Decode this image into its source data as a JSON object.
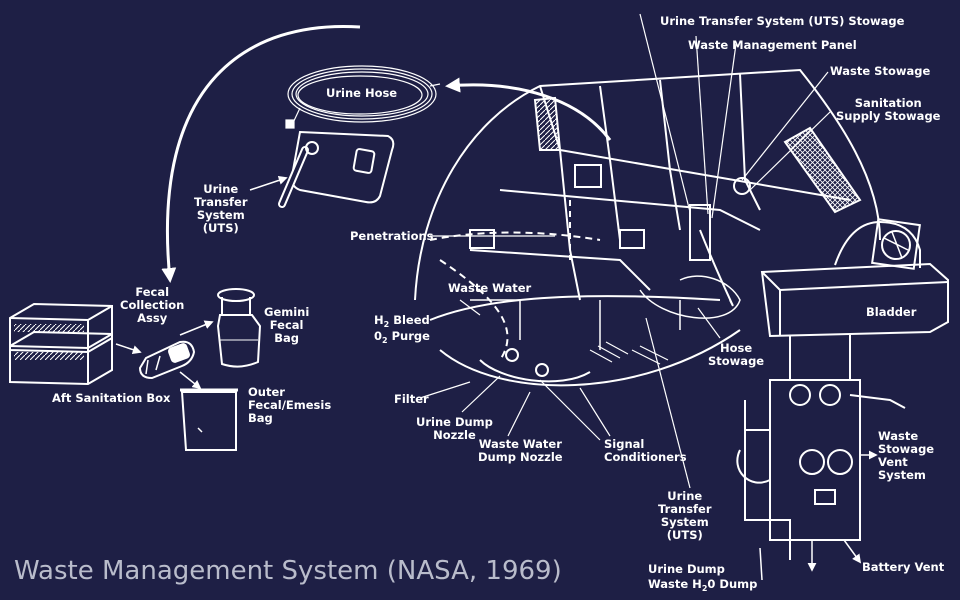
{
  "colors": {
    "background": "#1e1f45",
    "line": "#ffffff",
    "caption": "#b9bccb"
  },
  "caption": "Waste Management System (NASA, 1969)",
  "labels": {
    "urine_hose": "Urine Hose",
    "uts_left": "Urine\nTransfer\nSystem\n(UTS)",
    "fecal_collection": "Fecal\nCollection\nAssy",
    "gemini_fecal_bag": "Gemini\nFecal\nBag",
    "aft_sanitation_box": "Aft Sanitation Box",
    "outer_fecal_emesis": "Outer\nFecal/Emesis\nBag",
    "uts_stowage": "Urine Transfer System (UTS) Stowage",
    "waste_management_panel": "Waste Management Panel",
    "waste_stowage": "Waste Stowage",
    "sanitation_supply": "Sanitation\nSupply Stowage",
    "penetrations": "Penetrations",
    "waste_water": "Waste Water",
    "h2_bleed_prefix": "H",
    "h2_bleed_sub": "2",
    "h2_bleed_suffix": " Bleed",
    "o2_purge_prefix": "0",
    "o2_purge_sub": "2",
    "o2_purge_suffix": " Purge",
    "filter": "Filter",
    "urine_dump_nozzle": "Urine Dump\nNozzle",
    "waste_water_dump_nozzle": "Waste Water\nDump Nozzle",
    "signal_conditioners": "Signal\nConditioners",
    "hose_stowage": "Hose\nStowage",
    "bladder": "Bladder",
    "waste_stowage_vent": "Waste\nStowage\nVent\nSystem",
    "uts_bottom": "Urine\nTransfer\nSystem\n(UTS)",
    "urine_dump": "Urine Dump",
    "waste_h2o_prefix": "Waste H",
    "waste_h2o_sub": "2",
    "waste_h2o_suffix": "0 Dump",
    "battery_vent": "Battery Vent"
  }
}
